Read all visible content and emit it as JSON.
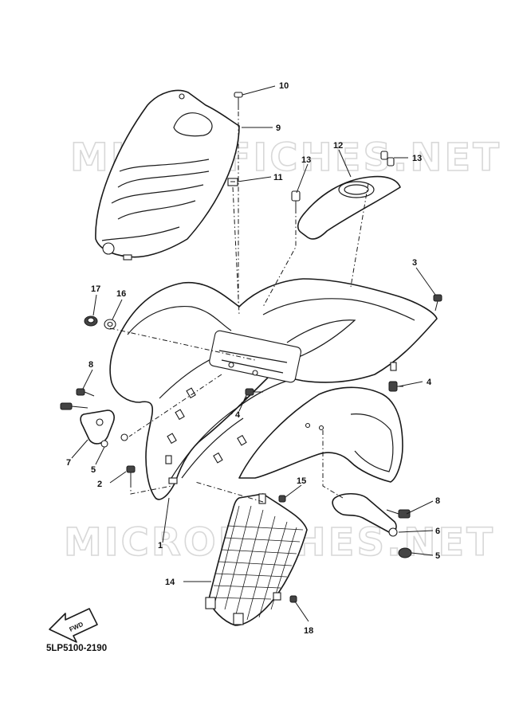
{
  "watermark": "MICROFICHES.NET",
  "diagram_code": "5LP5100-2190",
  "direction_label": "FWD",
  "callouts": [
    {
      "id": "c1",
      "label": "1"
    },
    {
      "id": "c2",
      "label": "2"
    },
    {
      "id": "c3",
      "label": "3"
    },
    {
      "id": "c4a",
      "label": "4"
    },
    {
      "id": "c4b",
      "label": "4"
    },
    {
      "id": "c5a",
      "label": "5"
    },
    {
      "id": "c5b",
      "label": "5"
    },
    {
      "id": "c6",
      "label": "6"
    },
    {
      "id": "c7",
      "label": "7"
    },
    {
      "id": "c8a",
      "label": "8"
    },
    {
      "id": "c8b",
      "label": "8"
    },
    {
      "id": "c9",
      "label": "9"
    },
    {
      "id": "c10",
      "label": "10"
    },
    {
      "id": "c11",
      "label": "11"
    },
    {
      "id": "c12",
      "label": "12"
    },
    {
      "id": "c13a",
      "label": "13"
    },
    {
      "id": "c13b",
      "label": "13"
    },
    {
      "id": "c14",
      "label": "14"
    },
    {
      "id": "c15",
      "label": "15"
    },
    {
      "id": "c16",
      "label": "16"
    },
    {
      "id": "c17",
      "label": "17"
    },
    {
      "id": "c18",
      "label": "18"
    }
  ]
}
